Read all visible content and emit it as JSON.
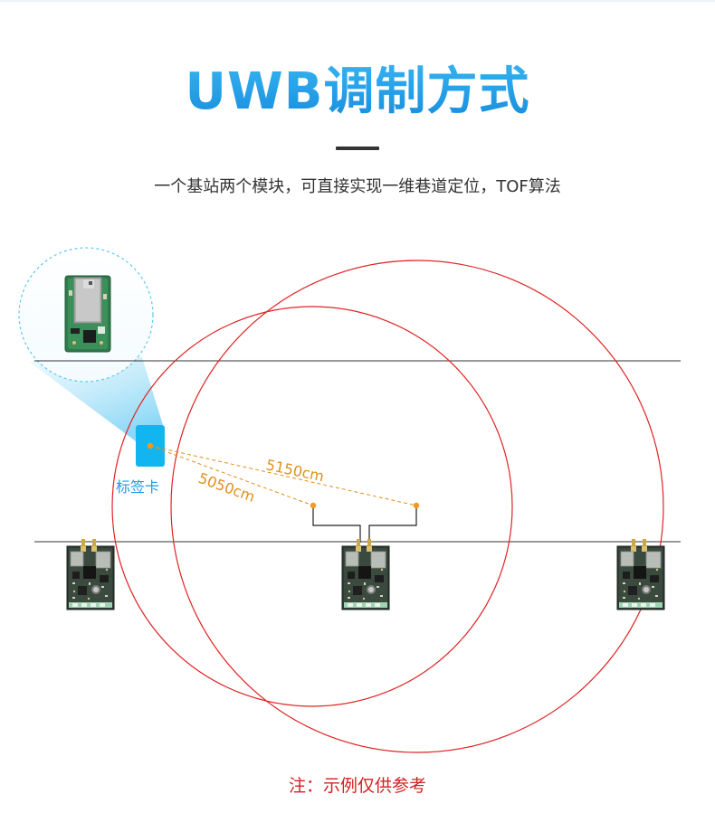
{
  "header": {
    "title": "UWB调制方式",
    "subtitle": "一个基站两个模块，可直接实现一维巷道定位，TOF算法"
  },
  "diagram": {
    "tag_label": "标签卡",
    "distance_1": "5150cm",
    "distance_2": "5050cm",
    "colors": {
      "title_blue": "#1a9be6",
      "circle_red": "#e02424",
      "distance_orange": "#e0901a",
      "tag_blue": "#13b5f0",
      "magnifier_border": "#5cc8f0",
      "note_red": "#d42020"
    },
    "icons": [
      "tag-module-board",
      "base-station-board"
    ]
  },
  "footer": {
    "note": "注：示例仅供参考"
  }
}
